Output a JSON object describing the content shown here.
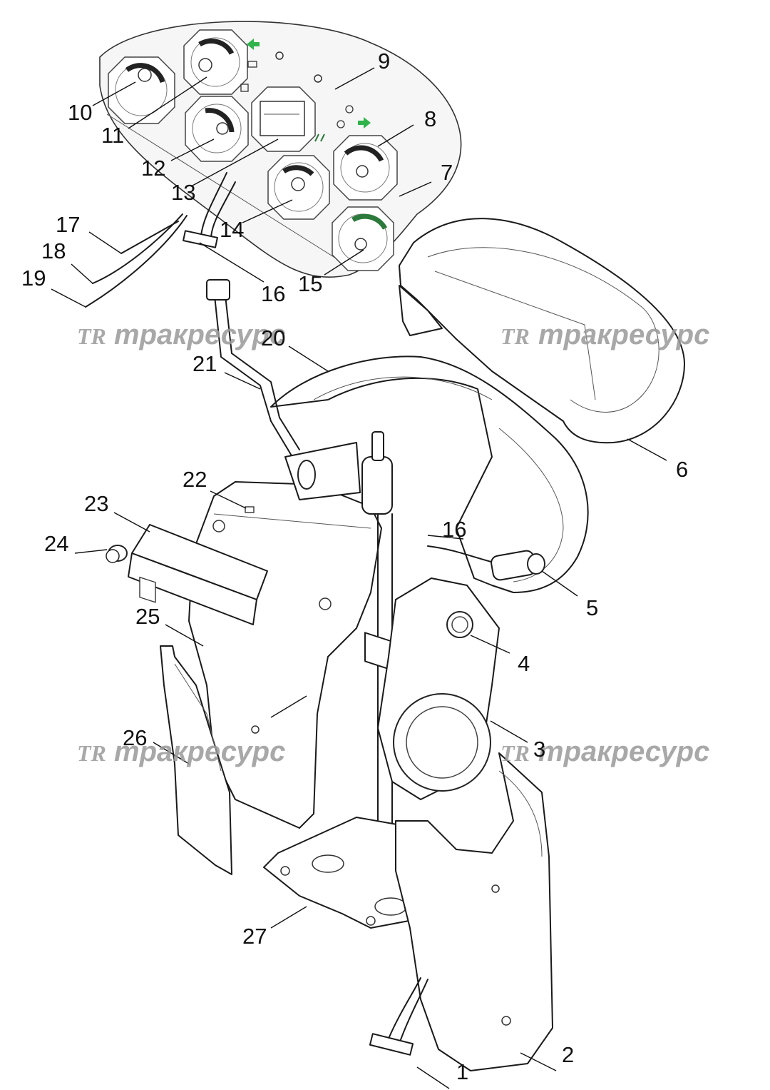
{
  "diagram": {
    "watermark_text": "тракресурс",
    "watermark_logo": "TR",
    "labels": [
      "1",
      "2",
      "3",
      "4",
      "5",
      "6",
      "7",
      "8",
      "9",
      "10",
      "11",
      "12",
      "13",
      "14",
      "15",
      "16",
      "16",
      "17",
      "18",
      "19",
      "20",
      "21",
      "22",
      "23",
      "24",
      "25",
      "26",
      "27"
    ]
  }
}
